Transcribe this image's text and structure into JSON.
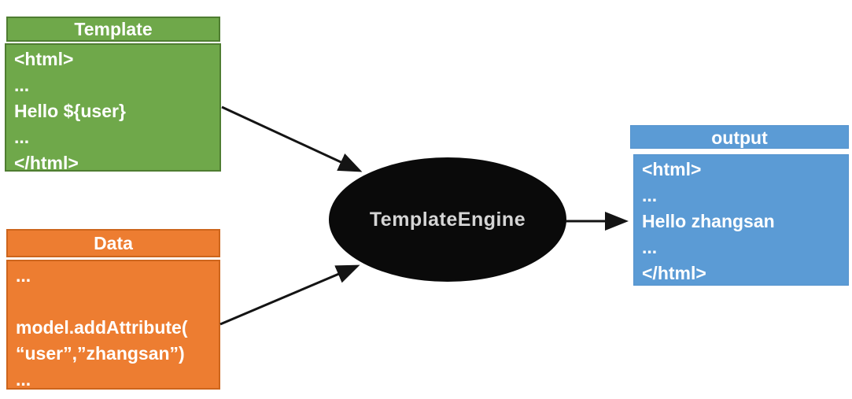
{
  "diagram": {
    "template_box": {
      "title": "Template",
      "lines": [
        "<html>",
        "...",
        "Hello ${user}",
        "...",
        "</html>"
      ],
      "fill": "#6fa84a",
      "border": "#4f7d31"
    },
    "data_box": {
      "title": "Data",
      "lines": [
        "...",
        "",
        "model.addAttribute(",
        "“user”,”zhangsan”)",
        "..."
      ],
      "fill": "#ed7d31",
      "border": "#cd651c"
    },
    "engine": {
      "label": "TemplateEngine",
      "fill": "#0a0a0a",
      "text_color": "#d5d5d5"
    },
    "output_box": {
      "title": "output",
      "lines": [
        "<html>",
        "...",
        "Hello zhangsan",
        "...",
        "</html>"
      ],
      "fill": "#5b9bd5"
    },
    "arrow_color": "#141414"
  }
}
